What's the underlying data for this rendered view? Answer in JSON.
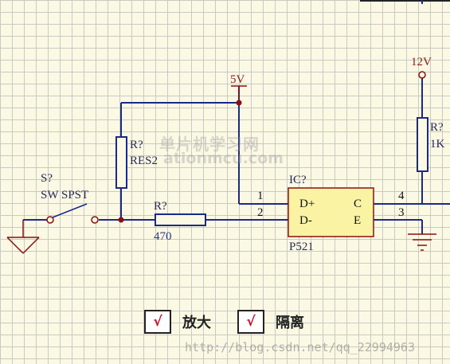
{
  "switch": {
    "ref": "S?",
    "name": "SW SPST"
  },
  "r_pull": {
    "ref": "R?",
    "value": "RES2"
  },
  "r_series": {
    "ref": "R?",
    "value": "470"
  },
  "r_load": {
    "ref": "R?",
    "value": "1K"
  },
  "supply_5v": {
    "label": "5V"
  },
  "supply_12v": {
    "label": "12V"
  },
  "ic": {
    "ref": "IC?",
    "part": "P521",
    "pins": {
      "anode_name": "D+",
      "cathode_name": "D-",
      "collector_name": "C",
      "emitter_name": "E",
      "anode_num": "1",
      "cathode_num": "2",
      "collector_num": "4",
      "emitter_num": "3"
    }
  },
  "options": [
    {
      "mark": "√",
      "label": "放大"
    },
    {
      "mark": "√",
      "label": "隔离"
    }
  ],
  "watermark": {
    "site_cn": "单片机学习网",
    "site_url": "ationmcu.com",
    "csdn": "http://blog.csdn.net/qq_22994963"
  },
  "colors": {
    "wire": "#1a2a8a",
    "junction": "#8a1010",
    "ic_fill": "#fbf3a4",
    "ic_border": "#8a1010",
    "grid": "#c9c9c5",
    "background": "#fbf8e3",
    "check_mark": "#c8102e"
  }
}
